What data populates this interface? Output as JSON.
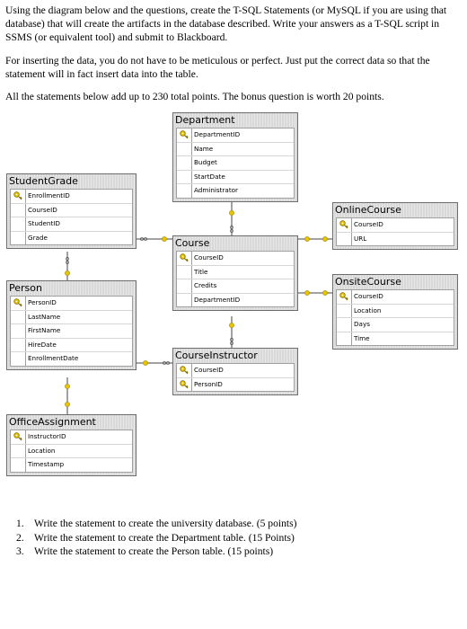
{
  "intro": {
    "p1": "Using the diagram below and the questions, create the T-SQL Statements (or MySQL if you are using that database) that will create the artifacts in the database described. Write your answers as a T-SQL script in SSMS (or equivalent tool) and submit to Blackboard.",
    "p2": "For inserting the data, you do not have to be meticulous or perfect. Just put the correct data so that the statement will in fact insert data into the table.",
    "p3": "All the statements below add up to 230 total points. The bonus question is worth 20 points."
  },
  "icons": {
    "key": "key-icon",
    "relationship_end": "key-infinity-connector"
  },
  "colors": {
    "entity_header": "#d9d9d9",
    "border": "#6d6d6d",
    "key": "#e8c400",
    "connector": "#e8c400"
  },
  "entities": {
    "department": {
      "title": "Department",
      "columns": [
        {
          "name": "DepartmentID",
          "key": true
        },
        {
          "name": "Name",
          "key": false
        },
        {
          "name": "Budget",
          "key": false
        },
        {
          "name": "StartDate",
          "key": false
        },
        {
          "name": "Administrator",
          "key": false
        }
      ]
    },
    "studentgrade": {
      "title": "StudentGrade",
      "columns": [
        {
          "name": "EnrollmentID",
          "key": true
        },
        {
          "name": "CourseID",
          "key": false
        },
        {
          "name": "StudentID",
          "key": false
        },
        {
          "name": "Grade",
          "key": false
        }
      ]
    },
    "onlinecourse": {
      "title": "OnlineCourse",
      "columns": [
        {
          "name": "CourseID",
          "key": true
        },
        {
          "name": "URL",
          "key": false
        }
      ]
    },
    "course": {
      "title": "Course",
      "columns": [
        {
          "name": "CourseID",
          "key": true
        },
        {
          "name": "Title",
          "key": false
        },
        {
          "name": "Credits",
          "key": false
        },
        {
          "name": "DepartmentID",
          "key": false
        }
      ]
    },
    "person": {
      "title": "Person",
      "columns": [
        {
          "name": "PersonID",
          "key": true
        },
        {
          "name": "LastName",
          "key": false
        },
        {
          "name": "FirstName",
          "key": false
        },
        {
          "name": "HireDate",
          "key": false
        },
        {
          "name": "EnrollmentDate",
          "key": false
        }
      ]
    },
    "onsitecourse": {
      "title": "OnsiteCourse",
      "columns": [
        {
          "name": "CourseID",
          "key": true
        },
        {
          "name": "Location",
          "key": false
        },
        {
          "name": "Days",
          "key": false
        },
        {
          "name": "Time",
          "key": false
        }
      ]
    },
    "courseinstructor": {
      "title": "CourseInstructor",
      "columns": [
        {
          "name": "CourseID",
          "key": true
        },
        {
          "name": "PersonID",
          "key": true
        }
      ]
    },
    "officeassignment": {
      "title": "OfficeAssignment",
      "columns": [
        {
          "name": "InstructorID",
          "key": true
        },
        {
          "name": "Location",
          "key": false
        },
        {
          "name": "Timestamp",
          "key": false
        }
      ]
    }
  },
  "questions": [
    {
      "num": "1.",
      "text": "Write the statement to create the university database. (5 points)"
    },
    {
      "num": "2.",
      "text": "Write the statement to create the Department table. (15 Points)"
    },
    {
      "num": "3.",
      "text": "Write the statement to create the Person table. (15 points)"
    }
  ]
}
